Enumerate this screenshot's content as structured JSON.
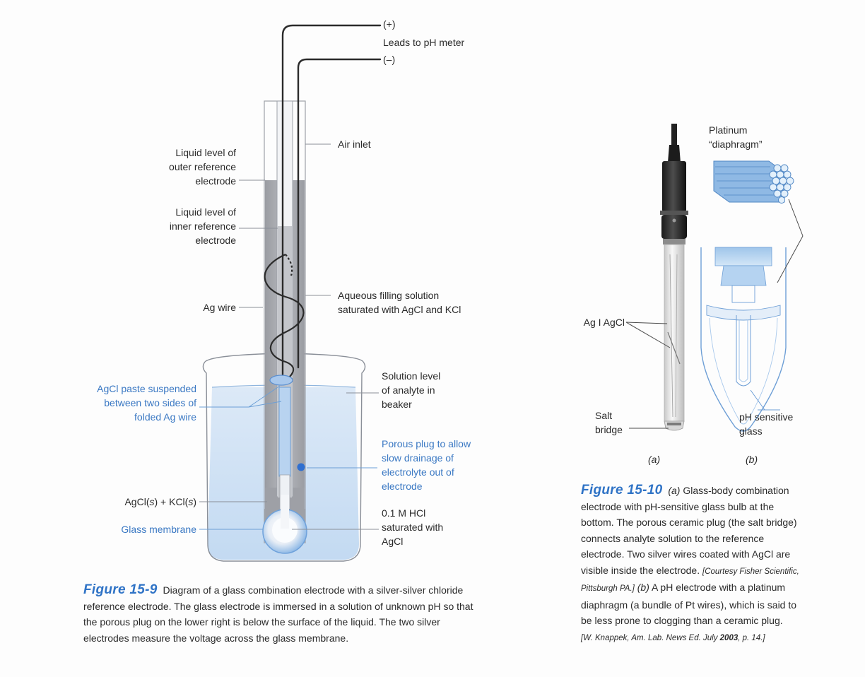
{
  "fig9": {
    "labels": {
      "plus": "(+)",
      "leads": "Leads to pH meter",
      "minus": "(–)",
      "air_inlet": "Air inlet",
      "outer_level_1": "Liquid level of",
      "outer_level_2": "outer reference",
      "outer_level_3": "electrode",
      "inner_level_1": "Liquid level of",
      "inner_level_2": "inner reference",
      "inner_level_3": "electrode",
      "ag_wire": "Ag wire",
      "aqueous_1": "Aqueous filling solution",
      "aqueous_2": "saturated with AgCl and KCl",
      "paste_1": "AgCl paste suspended",
      "paste_2": "between two sides of",
      "paste_3": "folded Ag wire",
      "solution_1": "Solution level",
      "solution_2": "of analyte in",
      "solution_3": "beaker",
      "porous_1": "Porous plug to allow",
      "porous_2": "slow drainage of",
      "porous_3": "electrolyte out of",
      "porous_4": "electrode",
      "agcl_kcl_a": "AgCl(",
      "agcl_kcl_s1": "s",
      "agcl_kcl_b": ") + KCl(",
      "agcl_kcl_s2": "s",
      "agcl_kcl_c": ")",
      "glass_membrane": "Glass membrane",
      "hcl_1": "0.1 M HCl",
      "hcl_2": "saturated with",
      "hcl_3": "AgCl"
    },
    "caption": {
      "label": "Figure 15-9",
      "line1": "Diagram of a glass combination electrode with a silver-silver chloride",
      "line2": "reference electrode. The glass electrode is immersed in a solution of unknown pH so that",
      "line3": "the porous plug on the lower right is below the surface of the liquid. The two silver",
      "line4": "electrodes measure the voltage across the glass membrane."
    }
  },
  "fig10": {
    "labels": {
      "platinum_1": "Platinum",
      "platinum_2": "“diaphragm”",
      "ag_agcl": "Ag I AgCl",
      "salt_1": "Salt",
      "salt_2": "bridge",
      "ph_1": "pH sensitive",
      "ph_2": "glass",
      "a": "(a)",
      "b": "(b)"
    },
    "caption": {
      "label": "Figure 15-10",
      "l1_a": "(a)",
      "l1_b": " Glass-body combination",
      "l2": "electrode with pH-sensitive glass bulb at the",
      "l3": "bottom. The porous ceramic plug (the salt bridge)",
      "l4": "connects analyte solution to the reference",
      "l5": "electrode. Two silver wires coated with AgCl are",
      "l6_a": "visible inside the electrode. ",
      "l6_b": "[Courtesy Fisher Scientific,",
      "l7_a": "Pittsburgh PA.]",
      "l7_b": " (b)",
      "l7_c": " A pH electrode with a platinum",
      "l8": "diaphragm (a bundle of Pt wires), which is said to",
      "l9": "be less prone to clogging than a ceramic plug.",
      "l10_a": "[W. Knappek, Am. Lab. News Ed. July ",
      "l10_b": "2003",
      "l10_c": ", p. 14.]"
    }
  },
  "colors": {
    "blue_label": "#3a78c3",
    "figure_label": "#2f73c6",
    "tube_grey": "#a9abb0",
    "solution_blue": "#c9def3"
  }
}
